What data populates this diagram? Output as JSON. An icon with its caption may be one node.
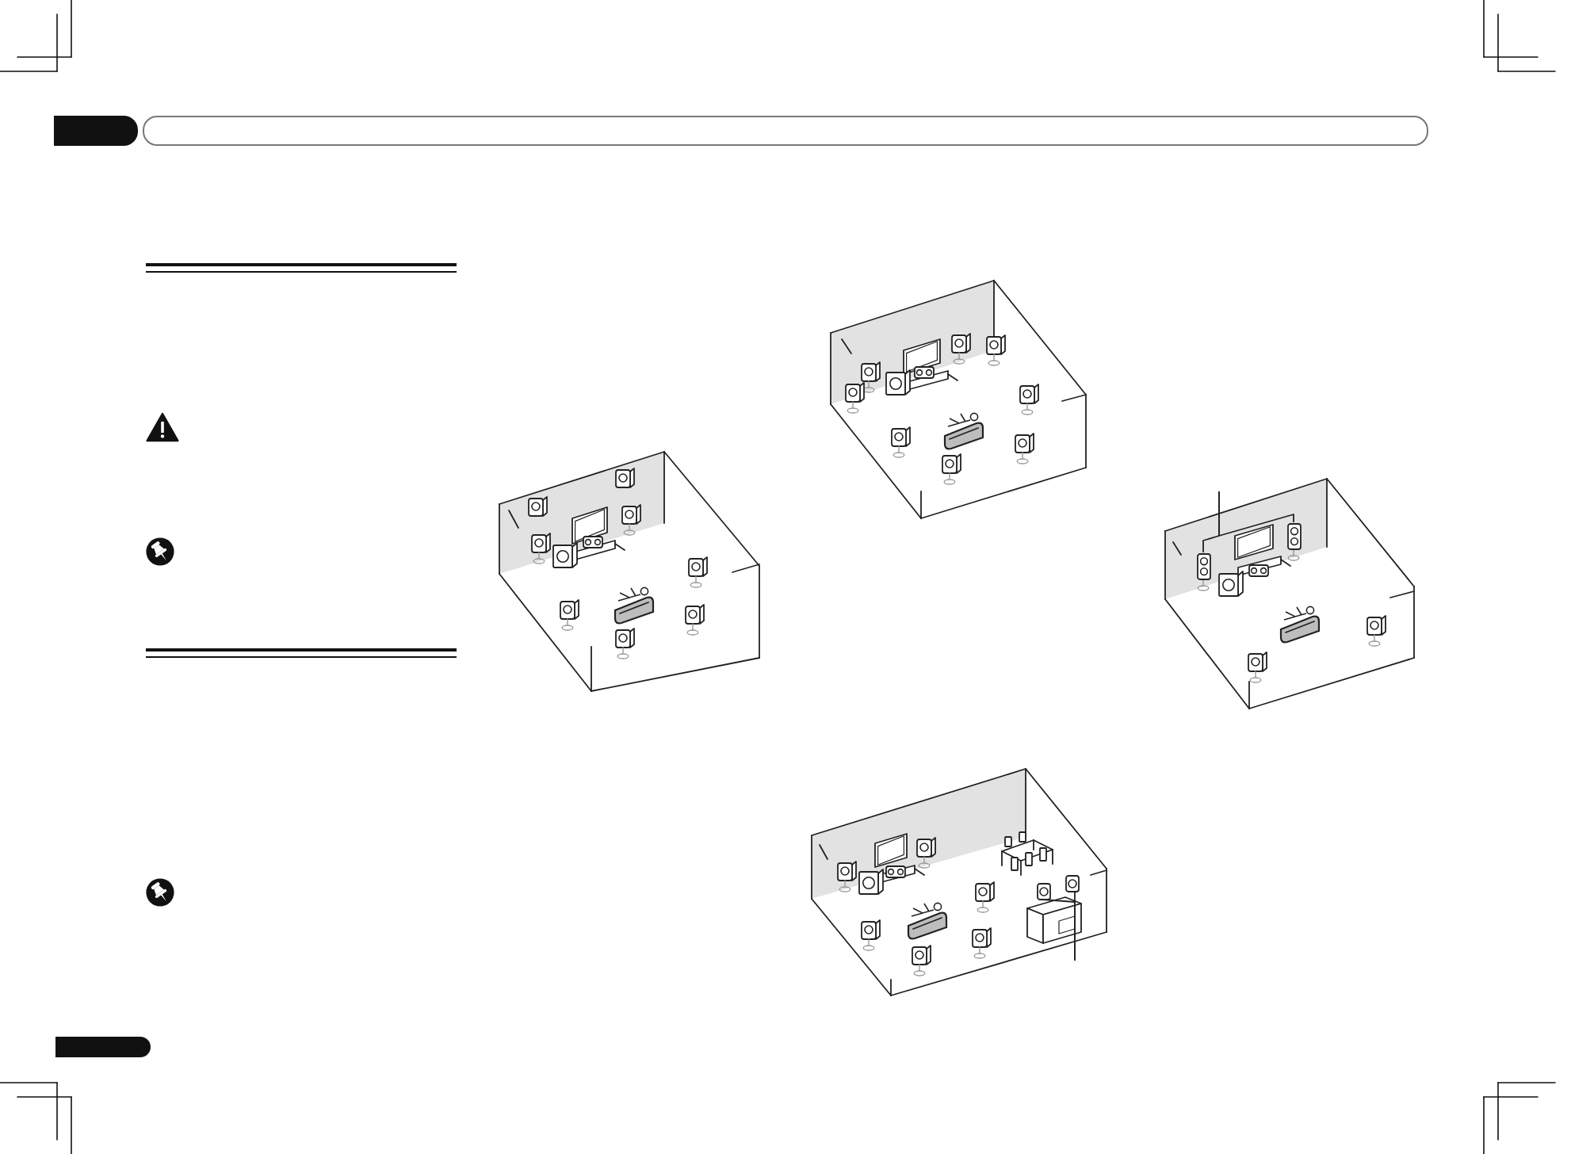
{
  "diagram": {
    "nodes": [
      {
        "text": [],
        "shape": "picture"
      },
      {
        "text": [],
        "shape": "picture"
      },
      {
        "text": [],
        "shape": "picture"
      },
      {
        "text": [],
        "shape": "picture"
      }
    ],
    "edges": [
      {
        "from": null,
        "to": 0,
        "arrow": "none"
      },
      {
        "from": null,
        "to": 1,
        "arrow": "none"
      },
      {
        "from": null,
        "to": 2,
        "arrow": "none"
      },
      {
        "from": null,
        "to": 3,
        "arrow": "none"
      }
    ]
  }
}
